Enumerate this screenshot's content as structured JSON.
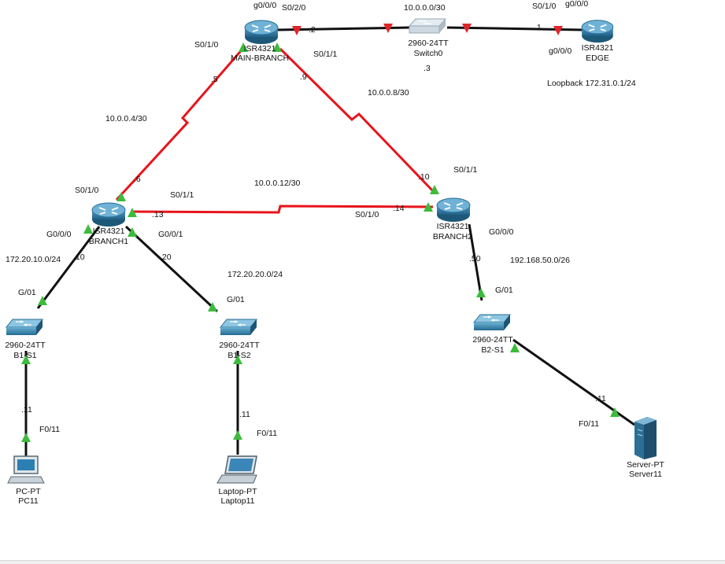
{
  "devices": {
    "main_branch": {
      "model": "ISR4321",
      "name": "MAIN-BRANCH"
    },
    "switch0": {
      "model": "2960-24TT",
      "name": "Switch0"
    },
    "edge": {
      "model": "ISR4321",
      "name": "EDGE"
    },
    "branch1": {
      "model": "ISR4321",
      "name": "BRANCH1"
    },
    "branch2": {
      "model": "ISR4321",
      "name": "BRANCH2"
    },
    "b1s1": {
      "model": "2960-24TT",
      "name": "B1-S1"
    },
    "b1s2": {
      "model": "2960-24TT",
      "name": "B1-S2"
    },
    "b2s1": {
      "model": "2960-24TT",
      "name": "B2-S1"
    },
    "pc11": {
      "model": "PC-PT",
      "name": "PC11"
    },
    "laptop11": {
      "model": "Laptop-PT",
      "name": "Laptop11"
    },
    "server11": {
      "model": "Server-PT",
      "name": "Server11"
    }
  },
  "labels": {
    "g000_main": "g0/0/0",
    "s020_main": "S0/2/0",
    "net_10_0_0_0": "10.0.0.0/30",
    "s010_edge": "S0/1/0",
    "g000_edge_top": "g0/0/0",
    "ip_main_2": ".2",
    "ip_edge_1": ".1",
    "g000_edge": "g0/0/0",
    "ip_sw0_3": ".3",
    "loopback": "Loopback 172.31.0.1/24",
    "s010_main": "S0/1/0",
    "s011_main": "S0/1/1",
    "ip_main_5": ".5",
    "ip_main_9": ".9",
    "net_10_0_0_8": "10.0.0.8/30",
    "net_10_0_0_4": "10.0.0.4/30",
    "ip_b1_6": ".6",
    "ip_b2_10": ".10",
    "s011_b2": "S0/1/1",
    "s010_b1": "S0/1/0",
    "s011_b1": "S0/1/1",
    "net_10_0_0_12": "10.0.0.12/30",
    "ip_b1_13": ".13",
    "s010_b2": "S0/1/0",
    "ip_b2_14": ".14",
    "g000_b1": "G0/0/0",
    "g001_b1": "G0/0/1",
    "g000_b2": "G0/0/0",
    "net_172_20_10": "172.20.10.0/24",
    "ip_b1_10": ".10",
    "ip_b1_20": ".20",
    "net_172_20_20": "172.20.20.0/24",
    "ip_b2_50": ".50",
    "net_192_168_50": "192.168.50.0/26",
    "g01_b1s1": "G/01",
    "g01_b1s2": "G/01",
    "g01_b2s1": "G/01",
    "ip_pc_11": ".11",
    "ip_laptop_11": ".11",
    "ip_server_11": ".11",
    "f011_pc": "F0/11",
    "f011_laptop": "F0/11",
    "f011_server": "F0/11"
  },
  "colors": {
    "serial_link": "#e8141b",
    "ethernet_link": "#111111",
    "link_up": "#3dbb3d",
    "link_down": "#e0242a"
  }
}
